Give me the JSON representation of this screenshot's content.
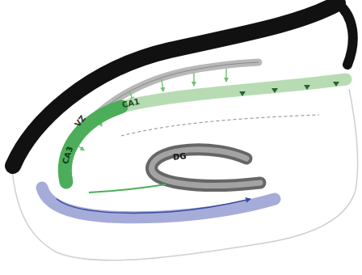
{
  "diagram": {
    "labels": [
      "VZ",
      "CA1",
      "CA3",
      "DG"
    ]
  }
}
